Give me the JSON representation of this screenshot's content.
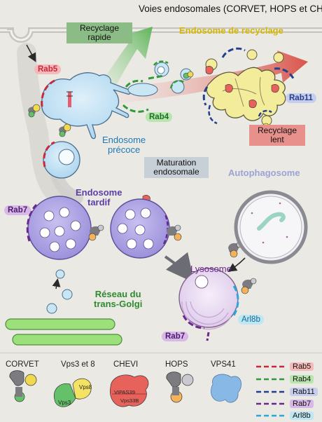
{
  "title": "Voies endosomales (CORVET, HOPS et CHEVI)",
  "labels": {
    "recyclage_rapide": "Recyclage\nrapide",
    "endosome_recyclage": "Endosome de recyclage",
    "recyclage_lent": "Recyclage\nlent",
    "endosome_precoce": "Endosome\nprécoce",
    "maturation": "Maturation\nendosomale",
    "autophagosome": "Autophagosome",
    "endosome_tardif": "Endosome\ntardif",
    "lysosome": "Lysosome",
    "reseau": "Réseau du\ntrans-Golgi"
  },
  "rab_tags": {
    "rab5": "Rab5",
    "rab4": "Rab4",
    "rab11": "Rab11",
    "rab7_left": "Rab7",
    "rab7_bottom": "Rab7",
    "arl8b": "Arl8b"
  },
  "legend": {
    "complexes": [
      "CORVET",
      "Vps3 et 8",
      "CHEVI",
      "HOPS",
      "VPS41"
    ],
    "subunits": {
      "vps3": "Vps3",
      "vps8": "Vps8",
      "vipas39": "VIPAS39",
      "vps33b": "Vps33B"
    },
    "keys": [
      {
        "label": "Rab5",
        "color": "#c8283c"
      },
      {
        "label": "Rab4",
        "color": "#2f9a3a"
      },
      {
        "label": "Rab11",
        "color": "#233f8e"
      },
      {
        "label": "Rab7",
        "color": "#6a2a8c"
      },
      {
        "label": "Arl8b",
        "color": "#2aa6d8"
      }
    ]
  },
  "colors": {
    "rab5": "#c8283c",
    "rab4": "#2f9a3a",
    "rab11": "#233f8e",
    "rab7": "#6a2a8c",
    "arl8b": "#2aa6d8",
    "early_endosome": "#bfe0f3",
    "recycling_endosome": "#f3ec9b",
    "late_endosome": "#b2a8e6",
    "lysosome": "#e4d4ee",
    "golgi": "#9be07a"
  }
}
